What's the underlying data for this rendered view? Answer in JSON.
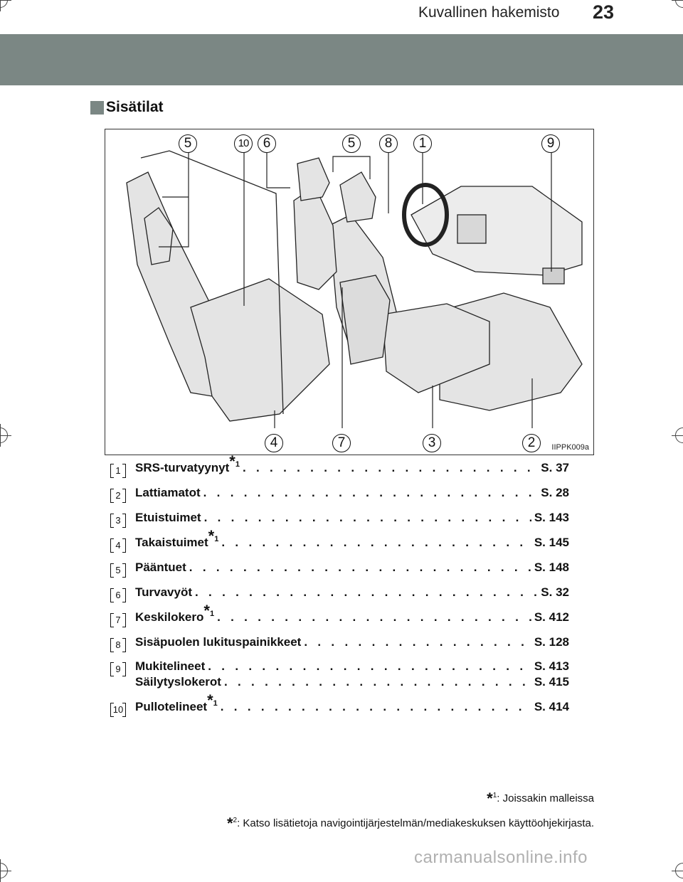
{
  "header": {
    "title": "Kuvallinen hakemisto",
    "page_number": "23"
  },
  "section": {
    "title": "Sisätilat"
  },
  "figure": {
    "code": "IIPPK009a",
    "top_callouts": [
      "5",
      "10",
      "6",
      "5",
      "8",
      "1",
      "9"
    ],
    "bottom_callouts": [
      "4",
      "7",
      "3",
      "2"
    ]
  },
  "index": [
    {
      "num": "1",
      "label": "SRS-turvatyynyt",
      "star": "*",
      "sup": "1",
      "page": "S. 37"
    },
    {
      "num": "2",
      "label": "Lattiamatot",
      "page": "S. 28"
    },
    {
      "num": "3",
      "label": "Etuistuimet",
      "page": "S. 143"
    },
    {
      "num": "4",
      "label": "Takaistuimet",
      "star": "*",
      "sup": "1",
      "page": "S. 145"
    },
    {
      "num": "5",
      "label": "Pääntuet",
      "page": "S. 148"
    },
    {
      "num": "6",
      "label": "Turvavyöt",
      "page": "S. 32"
    },
    {
      "num": "7",
      "label": "Keskilokero",
      "star": "*",
      "sup": "1",
      "page": "S. 412"
    },
    {
      "num": "8",
      "label": "Sisäpuolen lukituspainikkeet",
      "page": "S. 128"
    },
    {
      "num": "9",
      "label": "Mukitelineet",
      "page": "S. 413"
    },
    {
      "label": "Säilytyslokerot",
      "page": "S. 415"
    },
    {
      "num": "10",
      "label": "Pullotelineet",
      "star": "*",
      "sup": "1",
      "page": "S. 414"
    }
  ],
  "footnotes": [
    {
      "star": "*",
      "sup": "1",
      "text": ": Joissakin malleissa"
    },
    {
      "star": "*",
      "sup": "2",
      "text": ": Katso lisätietoja navigointijärjestelmän/mediakeskuksen käyttöohjekirjasta."
    }
  ],
  "leader": ". . . . . . . . . . . . . . . . . . . . . . . . . . . . . . . . . . . . . . . . . . . . . . . . . . . . . . . . . . . . . . . . . . . .",
  "watermark": "carmanualsonline.info"
}
